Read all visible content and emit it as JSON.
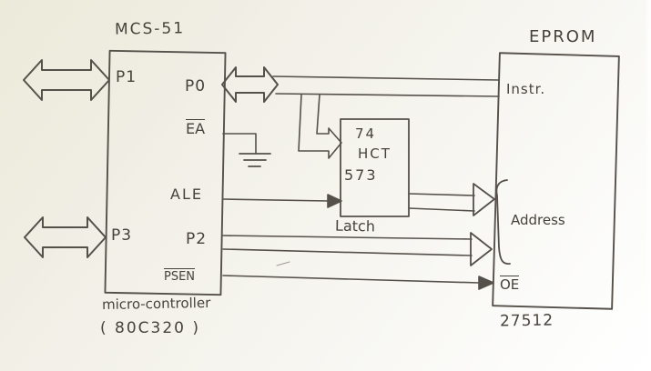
{
  "diagram": {
    "microcontroller": {
      "title": "MCS-51",
      "caption_line1": "micro-controller",
      "caption_line2": "( 80C320 )",
      "pins": {
        "p1": "P1",
        "p0": "P0",
        "ea": "EA",
        "ale": "ALE",
        "p3": "P3",
        "p2": "P2",
        "psen": "PSEN"
      }
    },
    "latch": {
      "chip_line1": "74",
      "chip_line2": "HCT",
      "chip_line3": "573",
      "caption": "Latch"
    },
    "eprom": {
      "title": "EPROM",
      "signal_instr": "Instr.",
      "signal_address": "Address",
      "pin_oe": "OE",
      "caption": "27512"
    },
    "colors": {
      "ink": "#55504a",
      "text": "#47423b",
      "paper": "#f0ede6"
    }
  }
}
